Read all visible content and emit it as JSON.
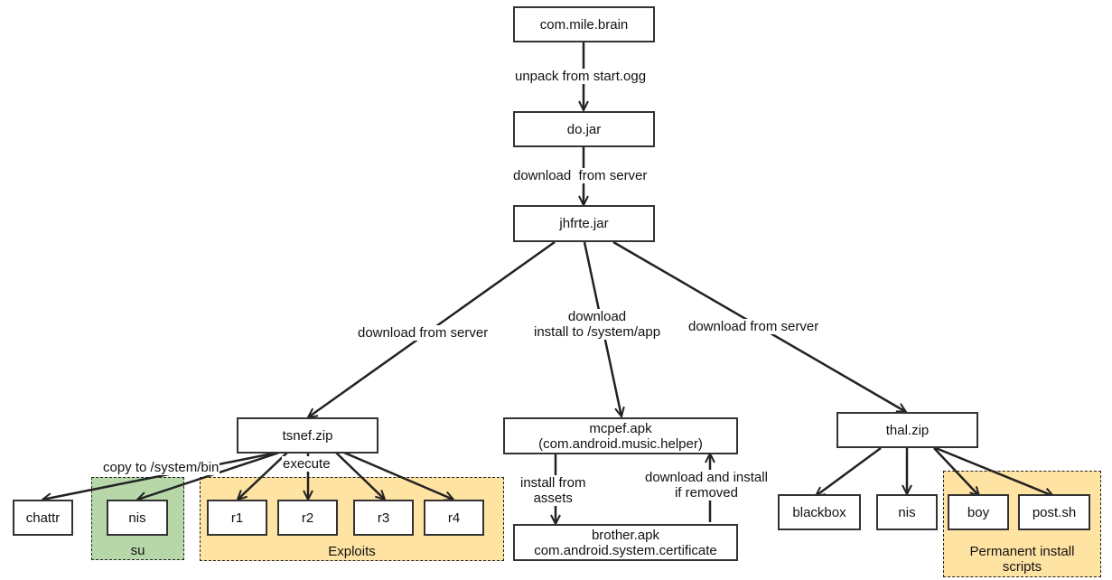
{
  "nodes": {
    "brain": "com.mile.brain",
    "dojar": "do.jar",
    "jhfrte": "jhfrte.jar",
    "tsnef": "tsnef.zip",
    "mcpef_line1": "mcpef.apk",
    "mcpef_line2": "(com.android.music.helper)",
    "thal": "thal.zip",
    "chattr": "chattr",
    "nis_su": "nis",
    "r1": "r1",
    "r2": "r2",
    "r3": "r3",
    "r4": "r4",
    "brother_line1": "brother.apk",
    "brother_line2": "com.android.system.certificate",
    "blackbox": "blackbox",
    "nis_thal": "nis",
    "boy": "boy",
    "postsh": "post.sh"
  },
  "edges": {
    "unpack": "unpack from start.ogg",
    "download_server_1": "download  from server",
    "download_server_left": "download from server",
    "download_install_1": "download",
    "download_install_2": "install to /system/app",
    "download_server_right": "download from server",
    "copy_bin": "copy to /system/bin",
    "execute": "execute",
    "install_assets_1": "install from",
    "install_assets_2": "assets",
    "download_removed_1": "download and install",
    "download_removed_2": "if removed"
  },
  "groups": {
    "su": "su",
    "exploits": "Exploits",
    "permanent_1": "Permanent install",
    "permanent_2": "scripts"
  },
  "colors": {
    "su_fill": "#b7d7a8",
    "exploits_fill": "#ffe3a3",
    "permanent_fill": "#ffe3a3",
    "stroke": "#222222"
  }
}
